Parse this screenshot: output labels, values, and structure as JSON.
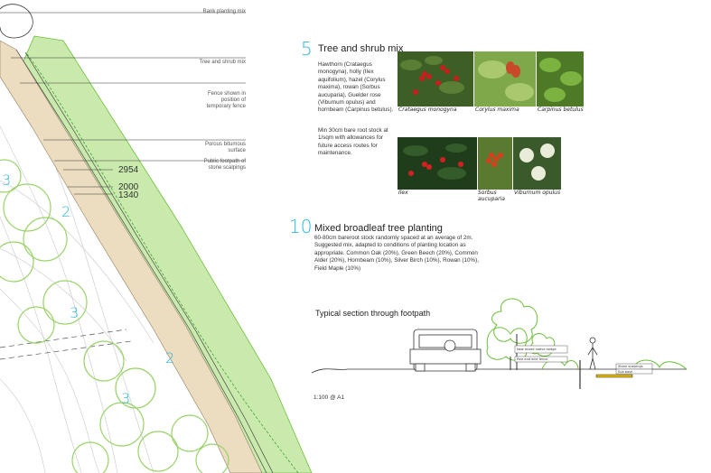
{
  "plan": {
    "callouts": {
      "bank_planting": "Bank planting mix",
      "tree_shrub": "Tree and shrub mix",
      "fence": "Fence shown in position of temporary fence",
      "bitumous": "Porous bitumous surface",
      "footpath": "Public footpath of stone scalpings"
    },
    "dimensions": [
      "2954",
      "2000",
      "1340"
    ],
    "zone_labels": [
      "3",
      "2",
      "3",
      "2",
      "3"
    ]
  },
  "tree_shrub": {
    "number": "5",
    "title": "Tree and shrub mix",
    "description": "Hawthorn (Crataegus monogyna), holly (Ilex aquifolium), hazel (Corylus maxima), rowan (Sorbus aucuparia), Guelder rose (Viburnum opulus) and hornbeam (Carpinus betulus).",
    "stock": "Min 30cm bare root stock at 1/sqm with allowances for future access routes for maintenance.",
    "photos_row1": [
      {
        "caption": "Crataegus monogyna"
      },
      {
        "caption": "Corylus maxima"
      },
      {
        "caption": "Carpinus betulus"
      }
    ],
    "photos_row2": [
      {
        "caption": "Ilex"
      },
      {
        "caption": "Sorbus aucuparia"
      },
      {
        "caption": "Viburnum opulus"
      }
    ]
  },
  "broadleaf": {
    "number": "10",
    "title": "Mixed broadleaf tree planting",
    "description": "60-80cm bareroot stock randomly spaced at an average of 2m. Suggested mix, adapted to conditions of planting location as appropriate. Common Oak (20%), Green Beech (20%), Common Alder (20%), Hornbeam (10%), Silver Birch (10%), Rowan (10%), Field Maple (10%)"
  },
  "section": {
    "title": "Typical section through footpath",
    "scale": "1:100 @ A1",
    "labels": {
      "hedge": "New mixed native hedge",
      "post_wire": "Post and wire fence",
      "stone": "Stone scalpings",
      "sub_base": "Sub base"
    }
  },
  "colors": {
    "accent": "#29b7d6",
    "planting_green": "#8fd14f",
    "path_tan": "#ecdcc0",
    "circle_green": "#9ad36a"
  }
}
